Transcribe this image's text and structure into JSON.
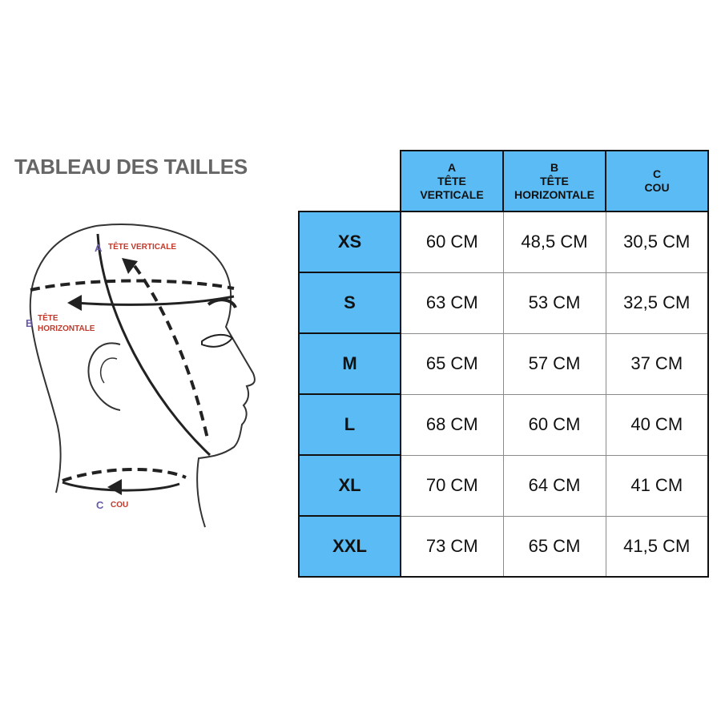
{
  "title": "TABLEAU DES TAILLES",
  "diagram": {
    "a_letter": "A",
    "a_label": "TÊTE VERTICALE",
    "b_letter": "B",
    "b_label_line1": "TÊTE",
    "b_label_line2": "HORIZONTALE",
    "c_letter": "C",
    "c_label": "COU"
  },
  "colors": {
    "header_blue": "#5bbcf5",
    "title_gray": "#666666",
    "label_red": "#c0392b",
    "letter_purple": "#6a5aa8"
  },
  "chart_data": {
    "type": "table",
    "title": "TABLEAU DES TAILLES",
    "columns": [
      {
        "letter": "A",
        "line1": "TÊTE",
        "line2": "VERTICALE"
      },
      {
        "letter": "B",
        "line1": "TÊTE",
        "line2": "HORIZONTALE"
      },
      {
        "letter": "C",
        "line1": "COU",
        "line2": ""
      }
    ],
    "rows": [
      {
        "size": "XS",
        "values": [
          "60 CM",
          "48,5 CM",
          "30,5 CM"
        ]
      },
      {
        "size": "S",
        "values": [
          "63 CM",
          "53 CM",
          "32,5 CM"
        ]
      },
      {
        "size": "M",
        "values": [
          "65 CM",
          "57 CM",
          "37 CM"
        ]
      },
      {
        "size": "L",
        "values": [
          "68 CM",
          "60 CM",
          "40 CM"
        ]
      },
      {
        "size": "XL",
        "values": [
          "70 CM",
          "64 CM",
          "41 CM"
        ]
      },
      {
        "size": "XXL",
        "values": [
          "73 CM",
          "65 CM",
          "41,5 CM"
        ]
      }
    ]
  }
}
